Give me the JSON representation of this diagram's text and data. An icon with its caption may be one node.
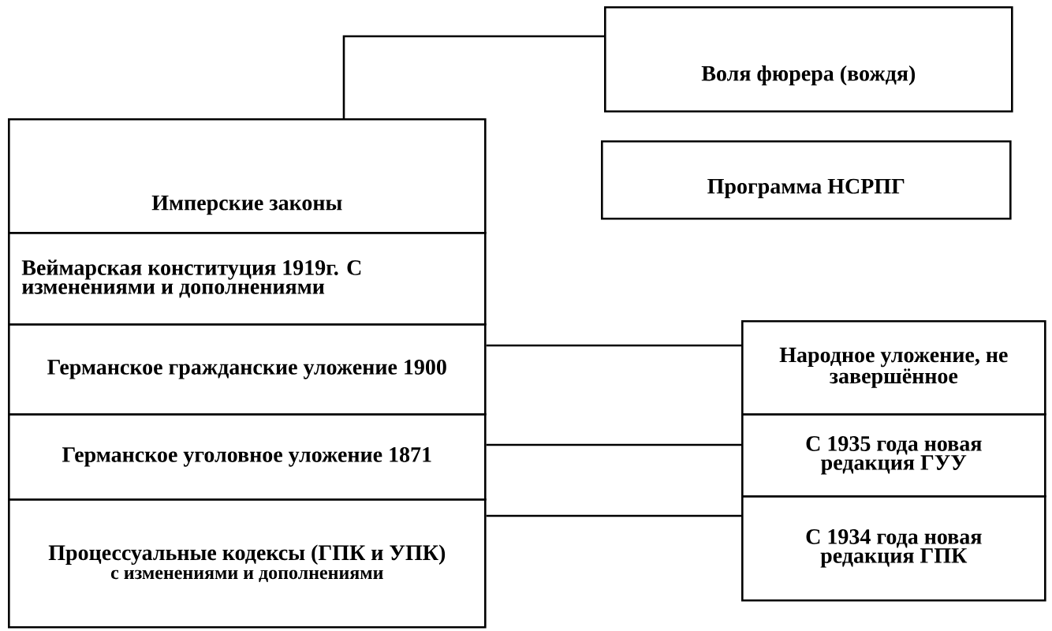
{
  "diagram": {
    "nodes": [
      {
        "text": [
          "Воля фюрера (вождя)"
        ]
      },
      {
        "text": [
          "Программа НСРПГ"
        ]
      },
      {
        "text": [
          "Имперские законы"
        ]
      },
      {
        "text": [
          "Веймарская конституция 1919г. С изменениями и дополнениями"
        ]
      },
      {
        "text": [
          "Германское гражданские уложение 1900"
        ]
      },
      {
        "text": [
          "Германское уголовное уложение 1871"
        ]
      },
      {
        "text": [
          "Процессуальные кодексы (ГПК и УПК)",
          "с изменениями и дополнениями"
        ]
      },
      {
        "text": [
          "Народное уложение, не завершённое"
        ]
      },
      {
        "text": [
          "С 1935 года новая редакция ГУУ"
        ]
      },
      {
        "text": [
          "С 1934 года новая редакция ГПК"
        ]
      }
    ],
    "edges": [
      {
        "from": 2,
        "to": 0,
        "arrow": "none"
      },
      {
        "from": 4,
        "to": 7,
        "arrow": "none"
      },
      {
        "from": 5,
        "to": 8,
        "arrow": "none"
      },
      {
        "from": 6,
        "to": 9,
        "arrow": "none"
      }
    ]
  }
}
